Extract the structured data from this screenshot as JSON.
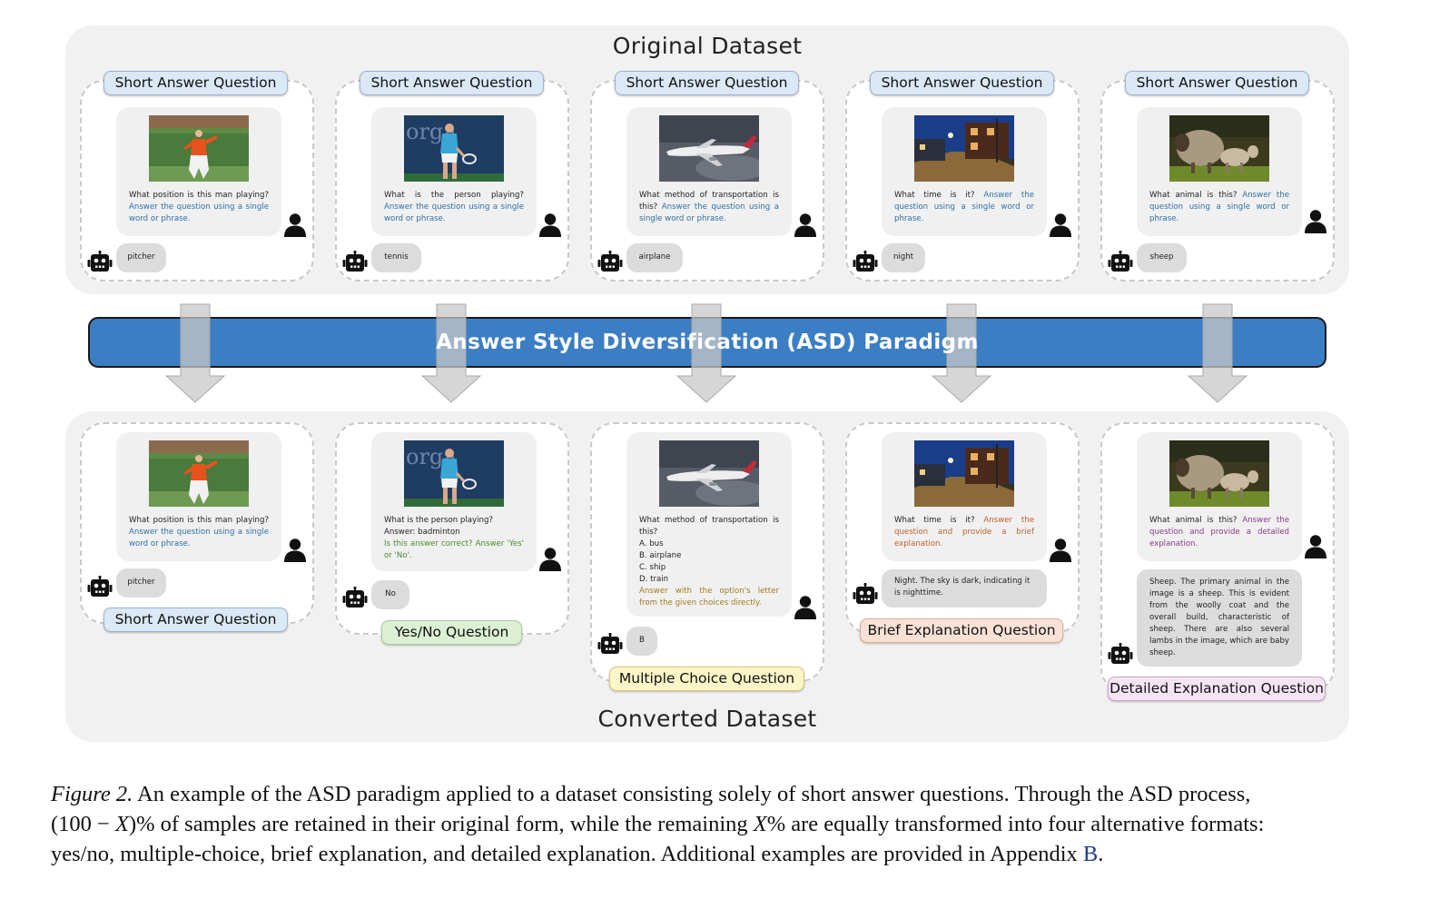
{
  "top": {
    "title": "Original Dataset",
    "cards": [
      {
        "label": "Short Answer Question",
        "question": "What position is this man playing?",
        "instruction": "Answer the question using a single word or phrase.",
        "answer": "pitcher",
        "image": "baseball-pitcher"
      },
      {
        "label": "Short Answer Question",
        "question": "What is the person playing?",
        "instruction": "Answer the question using a single word or phrase.",
        "answer": "tennis",
        "image": "tennis-player"
      },
      {
        "label": "Short Answer Question",
        "question": "What method of transportation is this?",
        "instruction": "Answer the question using a single word or phrase.",
        "answer": "airplane",
        "image": "airplane"
      },
      {
        "label": "Short Answer Question",
        "question": "What time is it?",
        "instruction": "Answer the question using a single word or phrase.",
        "answer": "night",
        "image": "night-street"
      },
      {
        "label": "Short Answer Question",
        "question": "What animal is this?",
        "instruction": "Answer the question using a single word or phrase.",
        "answer": "sheep",
        "image": "sheep"
      }
    ]
  },
  "asd": {
    "label": "Answer Style Diversification (ASD) Paradigm"
  },
  "bottom": {
    "title": "Converted Dataset",
    "cards": [
      {
        "label": "Short Answer Question",
        "question": "What position is this man playing?",
        "instruction": "Answer the question using a single word or phrase.",
        "answer": "pitcher"
      },
      {
        "label": "Yes/No Question",
        "question": "What is the person playing?",
        "extra": "Answer: badminton",
        "instruction": "Is this answer correct? Answer 'Yes' or 'No'.",
        "answer": "No"
      },
      {
        "label": "Multiple Choice Question",
        "question": "What method of transportation is this?",
        "options": [
          "A. bus",
          "B. airplane",
          "C. ship",
          "D. train"
        ],
        "instruction": "Answer with the option's letter from the given choices directly.",
        "answer": "B"
      },
      {
        "label": "Brief Explanation Question",
        "question": "What time is it?",
        "instruction": "Answer the question and provide a brief explanation.",
        "answer": "Night. The sky is dark, indicating it is nighttime."
      },
      {
        "label": "Detailed Explanation Question",
        "question": "What animal is this?",
        "instruction": "Answer the question and provide a detailed explanation.",
        "answer": "Sheep. The primary animal in the image is a sheep. This is evident from the woolly coat and the overall build, characteristic of sheep. There are also several lambs in the image, which are baby sheep."
      }
    ]
  },
  "caption": {
    "figure_label": "Figure 2.",
    "line1": " An example of the ASD paradigm applied to a dataset consisting solely of short answer questions. Through the ASD process,",
    "line2_a": "(100 − ",
    "line2_x1": "X",
    "line2_b": ")% of samples are retained in their original form, while the remaining ",
    "line2_x2": "X",
    "line2_c": "% are equally transformed into four alternative formats:",
    "line3": "yes/no, multiple-choice, brief explanation, and detailed explanation. Additional examples are provided in Appendix ",
    "appendix_ref": "B",
    "line3_end": "."
  },
  "colors": {
    "asd_bar": "#3b7ec4",
    "instruction_short": "#2e6fa8",
    "instruction_yesno": "#4b8a2e",
    "instruction_mc": "#a17d1c",
    "instruction_brief": "#c0602a",
    "instruction_detail": "#8a3a8a"
  }
}
